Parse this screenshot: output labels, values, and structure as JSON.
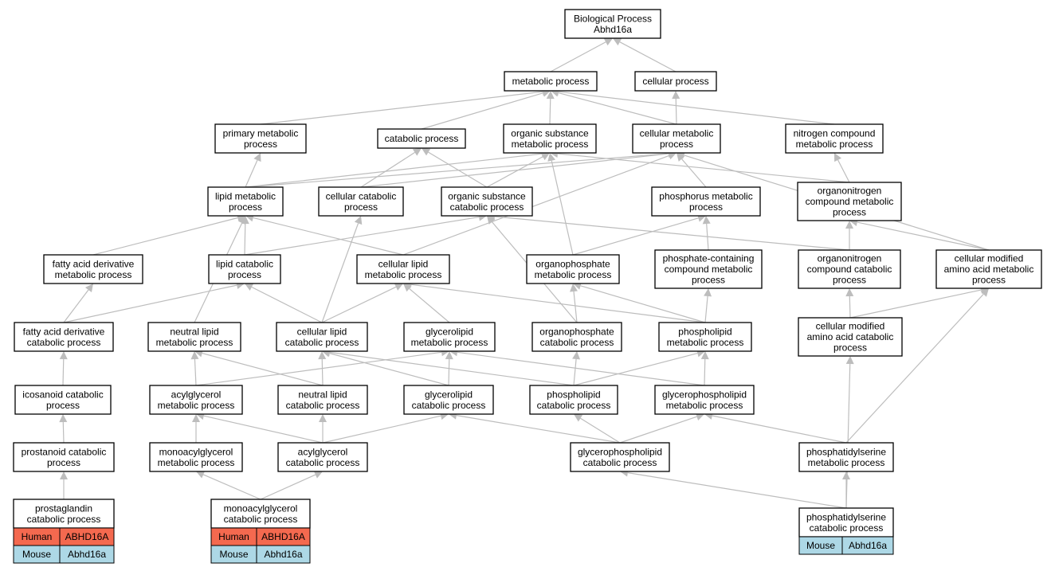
{
  "colors": {
    "human": "#f4694f",
    "mouse": "#add8e6",
    "edge": "#bdbdbd",
    "border": "#000000"
  },
  "nodes": [
    {
      "id": "bp",
      "lines": [
        "Biological Process",
        "Abhd16a"
      ]
    },
    {
      "id": "metabolic",
      "lines": [
        "metabolic process"
      ]
    },
    {
      "id": "cellular",
      "lines": [
        "cellular process"
      ]
    },
    {
      "id": "primary",
      "lines": [
        "primary metabolic",
        "process"
      ]
    },
    {
      "id": "catabolic",
      "lines": [
        "catabolic process"
      ]
    },
    {
      "id": "orgsub_met",
      "lines": [
        "organic substance",
        "metabolic process"
      ]
    },
    {
      "id": "cell_met",
      "lines": [
        "cellular metabolic",
        "process"
      ]
    },
    {
      "id": "nitrogen",
      "lines": [
        "nitrogen compound",
        "metabolic process"
      ]
    },
    {
      "id": "lipid_met",
      "lines": [
        "lipid metabolic",
        "process"
      ]
    },
    {
      "id": "cell_cat",
      "lines": [
        "cellular catabolic",
        "process"
      ]
    },
    {
      "id": "orgsub_cat",
      "lines": [
        "organic substance",
        "catabolic process"
      ]
    },
    {
      "id": "phosphorus",
      "lines": [
        "phosphorus metabolic",
        "process"
      ]
    },
    {
      "id": "orgN_met",
      "lines": [
        "organonitrogen",
        "compound metabolic",
        "process"
      ]
    },
    {
      "id": "fad_met",
      "lines": [
        "fatty acid derivative",
        "metabolic process"
      ]
    },
    {
      "id": "lipid_cat",
      "lines": [
        "lipid catabolic",
        "process"
      ]
    },
    {
      "id": "cell_lipid_met",
      "lines": [
        "cellular lipid",
        "metabolic process"
      ]
    },
    {
      "id": "orgP_met",
      "lines": [
        "organophosphate",
        "metabolic process"
      ]
    },
    {
      "id": "pc_met",
      "lines": [
        "phosphate-containing",
        "compound metabolic",
        "process"
      ]
    },
    {
      "id": "orgN_cat",
      "lines": [
        "organonitrogen",
        "compound catabolic",
        "process"
      ]
    },
    {
      "id": "cmaa_met",
      "lines": [
        "cellular modified",
        "amino acid metabolic",
        "process"
      ]
    },
    {
      "id": "fad_cat",
      "lines": [
        "fatty acid derivative",
        "catabolic process"
      ]
    },
    {
      "id": "neutral_met",
      "lines": [
        "neutral lipid",
        "metabolic process"
      ]
    },
    {
      "id": "cell_lipid_cat",
      "lines": [
        "cellular lipid",
        "catabolic process"
      ]
    },
    {
      "id": "glycerolipid_met",
      "lines": [
        "glycerolipid",
        "metabolic process"
      ]
    },
    {
      "id": "orgP_cat",
      "lines": [
        "organophosphate",
        "catabolic process"
      ]
    },
    {
      "id": "phospholipid_met",
      "lines": [
        "phospholipid",
        "metabolic process"
      ]
    },
    {
      "id": "cmaa_cat",
      "lines": [
        "cellular modified",
        "amino acid catabolic",
        "process"
      ]
    },
    {
      "id": "icosanoid",
      "lines": [
        "icosanoid catabolic",
        "process"
      ]
    },
    {
      "id": "acylg_met",
      "lines": [
        "acylglycerol",
        "metabolic process"
      ]
    },
    {
      "id": "neutral_cat",
      "lines": [
        "neutral lipid",
        "catabolic process"
      ]
    },
    {
      "id": "glycerolipid_cat",
      "lines": [
        "glycerolipid",
        "catabolic process"
      ]
    },
    {
      "id": "phospholipid_cat",
      "lines": [
        "phospholipid",
        "catabolic process"
      ]
    },
    {
      "id": "gpl_met",
      "lines": [
        "glycerophospholipid",
        "metabolic process"
      ]
    },
    {
      "id": "prostanoid",
      "lines": [
        "prostanoid catabolic",
        "process"
      ]
    },
    {
      "id": "mag_met",
      "lines": [
        "monoacylglycerol",
        "metabolic process"
      ]
    },
    {
      "id": "acylg_cat",
      "lines": [
        "acylglycerol",
        "catabolic process"
      ]
    },
    {
      "id": "gpl_cat",
      "lines": [
        "glycerophospholipid",
        "catabolic process"
      ]
    },
    {
      "id": "ps_met",
      "lines": [
        "phosphatidylserine",
        "metabolic process"
      ]
    },
    {
      "id": "prostaglandin",
      "lines": [
        "prostaglandin",
        "catabolic process"
      ],
      "genes": [
        [
          "Human",
          "ABHD16A"
        ],
        [
          "Mouse",
          "Abhd16a"
        ]
      ]
    },
    {
      "id": "mag_cat",
      "lines": [
        "monoacylglycerol",
        "catabolic process"
      ],
      "genes": [
        [
          "Human",
          "ABHD16A"
        ],
        [
          "Mouse",
          "Abhd16a"
        ]
      ]
    },
    {
      "id": "ps_cat",
      "lines": [
        "phosphatidylserine",
        "catabolic process"
      ],
      "genes": [
        [
          "Mouse",
          "Abhd16a"
        ]
      ]
    }
  ],
  "edges": [
    [
      "metabolic",
      "bp"
    ],
    [
      "cellular",
      "bp"
    ],
    [
      "primary",
      "metabolic"
    ],
    [
      "catabolic",
      "metabolic"
    ],
    [
      "orgsub_met",
      "metabolic"
    ],
    [
      "cell_met",
      "metabolic"
    ],
    [
      "nitrogen",
      "metabolic"
    ],
    [
      "cell_met",
      "cellular"
    ],
    [
      "lipid_met",
      "primary"
    ],
    [
      "lipid_met",
      "orgsub_met"
    ],
    [
      "lipid_met",
      "cell_met"
    ],
    [
      "cell_cat",
      "catabolic"
    ],
    [
      "cell_cat",
      "cell_met"
    ],
    [
      "orgsub_cat",
      "catabolic"
    ],
    [
      "orgsub_cat",
      "orgsub_met"
    ],
    [
      "phosphorus",
      "cell_met"
    ],
    [
      "orgN_met",
      "nitrogen"
    ],
    [
      "orgN_met",
      "orgsub_met"
    ],
    [
      "fad_met",
      "lipid_met"
    ],
    [
      "lipid_cat",
      "lipid_met"
    ],
    [
      "lipid_cat",
      "orgsub_cat"
    ],
    [
      "cell_lipid_met",
      "lipid_met"
    ],
    [
      "cell_lipid_met",
      "cell_met"
    ],
    [
      "orgP_met",
      "phosphorus"
    ],
    [
      "orgP_met",
      "orgsub_met"
    ],
    [
      "pc_met",
      "phosphorus"
    ],
    [
      "orgN_cat",
      "orgN_met"
    ],
    [
      "orgN_cat",
      "orgsub_cat"
    ],
    [
      "cmaa_met",
      "orgN_met"
    ],
    [
      "cmaa_met",
      "cell_met"
    ],
    [
      "fad_cat",
      "fad_met"
    ],
    [
      "fad_cat",
      "lipid_cat"
    ],
    [
      "neutral_met",
      "lipid_met"
    ],
    [
      "cell_lipid_cat",
      "lipid_cat"
    ],
    [
      "cell_lipid_cat",
      "cell_lipid_met"
    ],
    [
      "cell_lipid_cat",
      "cell_cat"
    ],
    [
      "glycerolipid_met",
      "cell_lipid_met"
    ],
    [
      "orgP_cat",
      "orgP_met"
    ],
    [
      "orgP_cat",
      "orgsub_cat"
    ],
    [
      "phospholipid_met",
      "pc_met"
    ],
    [
      "phospholipid_met",
      "orgP_met"
    ],
    [
      "phospholipid_met",
      "cell_lipid_met"
    ],
    [
      "cmaa_cat",
      "cmaa_met"
    ],
    [
      "cmaa_cat",
      "orgN_cat"
    ],
    [
      "icosanoid",
      "fad_cat"
    ],
    [
      "acylg_met",
      "neutral_met"
    ],
    [
      "acylg_met",
      "glycerolipid_met"
    ],
    [
      "neutral_cat",
      "neutral_met"
    ],
    [
      "neutral_cat",
      "cell_lipid_cat"
    ],
    [
      "glycerolipid_cat",
      "glycerolipid_met"
    ],
    [
      "glycerolipid_cat",
      "cell_lipid_cat"
    ],
    [
      "phospholipid_cat",
      "phospholipid_met"
    ],
    [
      "phospholipid_cat",
      "orgP_cat"
    ],
    [
      "phospholipid_cat",
      "cell_lipid_cat"
    ],
    [
      "gpl_met",
      "phospholipid_met"
    ],
    [
      "gpl_met",
      "glycerolipid_met"
    ],
    [
      "prostanoid",
      "icosanoid"
    ],
    [
      "mag_met",
      "acylg_met"
    ],
    [
      "acylg_cat",
      "acylg_met"
    ],
    [
      "acylg_cat",
      "neutral_cat"
    ],
    [
      "acylg_cat",
      "glycerolipid_cat"
    ],
    [
      "gpl_cat",
      "gpl_met"
    ],
    [
      "gpl_cat",
      "phospholipid_cat"
    ],
    [
      "gpl_cat",
      "glycerolipid_cat"
    ],
    [
      "ps_met",
      "gpl_met"
    ],
    [
      "ps_met",
      "cmaa_met"
    ],
    [
      "prostaglandin",
      "prostanoid"
    ],
    [
      "mag_cat",
      "mag_met"
    ],
    [
      "mag_cat",
      "acylg_cat"
    ],
    [
      "ps_cat",
      "ps_met"
    ],
    [
      "ps_cat",
      "gpl_cat"
    ],
    [
      "ps_cat",
      "cmaa_cat"
    ]
  ]
}
